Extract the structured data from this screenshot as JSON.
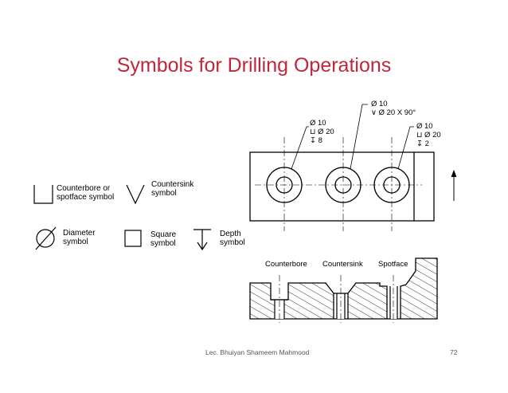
{
  "slide": {
    "title": "Symbols for Drilling Operations",
    "footer_author": "Lec. Bhuiyan Shameem Mahmood",
    "page_number": "72"
  },
  "legend": {
    "counterbore": [
      "Counterbore or",
      "spotface symbol"
    ],
    "countersink": [
      "Countersink",
      "symbol"
    ],
    "diameter": [
      "Diameter",
      "symbol"
    ],
    "square": [
      "Square",
      "symbol"
    ],
    "depth": [
      "Depth",
      "symbol"
    ]
  },
  "callouts": {
    "countersink": [
      "Ø 10",
      "∨ Ø 20 X 90°"
    ],
    "counterbore": [
      "Ø 10",
      "⊔ Ø 20",
      "↧ 8"
    ],
    "spotface": [
      "Ø 10",
      "⊔ Ø 20",
      "↧ 2"
    ]
  },
  "section_labels": {
    "counterbore": "Counterbore",
    "countersink": "Countersink",
    "spotface": "Spotface"
  }
}
